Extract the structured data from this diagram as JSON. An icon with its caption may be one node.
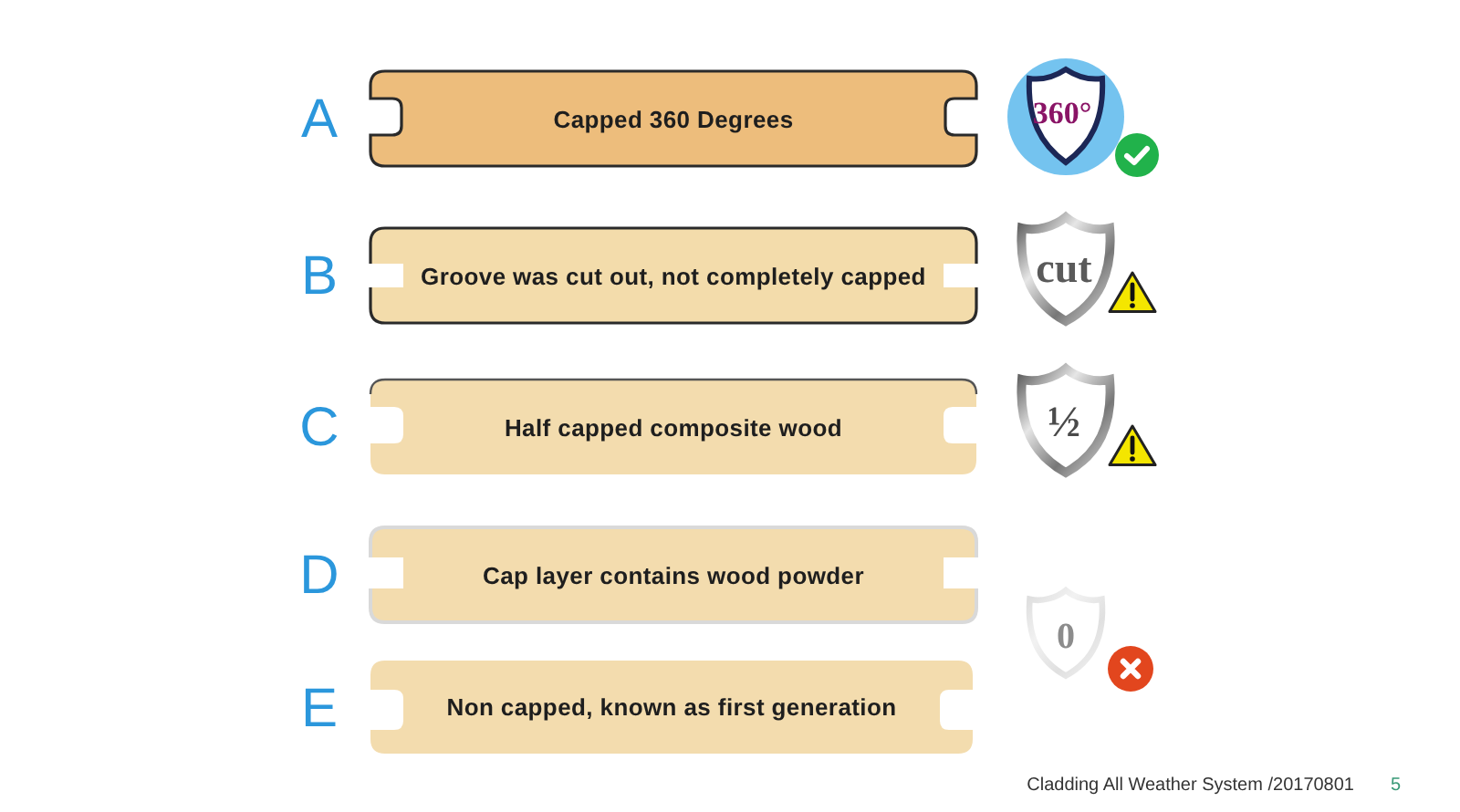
{
  "diagram": {
    "nodes": [
      {
        "text": [
          "Capped 360 Degrees"
        ],
        "beside": [
          "A"
        ]
      },
      {
        "text": [
          "Groove was cut out, not completely capped"
        ],
        "beside": [
          "B"
        ]
      },
      {
        "text": [
          "Half capped composite wood"
        ],
        "beside": [
          "C"
        ]
      },
      {
        "text": [
          "Cap layer contains wood powder"
        ],
        "beside": [
          "D"
        ]
      },
      {
        "text": [
          "Non capped, known as first generation"
        ],
        "beside": [
          "E"
        ]
      }
    ],
    "labels": [
      "360°",
      "cut",
      "½",
      "0",
      "Cladding All Weather System /20170801",
      "5"
    ]
  }
}
